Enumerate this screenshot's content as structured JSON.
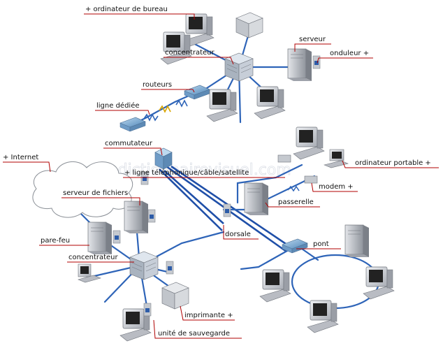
{
  "watermark": "www.ledictionnairevisuel.com",
  "colors": {
    "cable": "#2e64b8",
    "leader": "#b00000",
    "device_grey": "#c9ccd2",
    "hub_blue": "#7fb0d8"
  },
  "labels": {
    "ordinateur_de_bureau": "+ ordinateur de bureau",
    "serveur": "serveur",
    "concentrateur_top": "concentrateur",
    "onduleur": "onduleur +",
    "routeurs": "routeurs",
    "ligne_dediee": "ligne dédiée",
    "commutateur": "commutateur",
    "internet": "+ Internet",
    "ligne_telephonique": "+ ligne téléphonique/câble/satellite",
    "ordinateur_portable": "ordinateur portable +",
    "modem": "modem +",
    "serveur_de_fichiers": "serveur de fichiers",
    "passerelle": "passerelle",
    "pare_feu": "pare-feu",
    "dorsale": "dorsale",
    "pont": "pont",
    "concentrateur_bottom": "concentrateur",
    "imprimante": "imprimante +",
    "unite_de_sauvegarde": "unité de sauvegarde"
  }
}
